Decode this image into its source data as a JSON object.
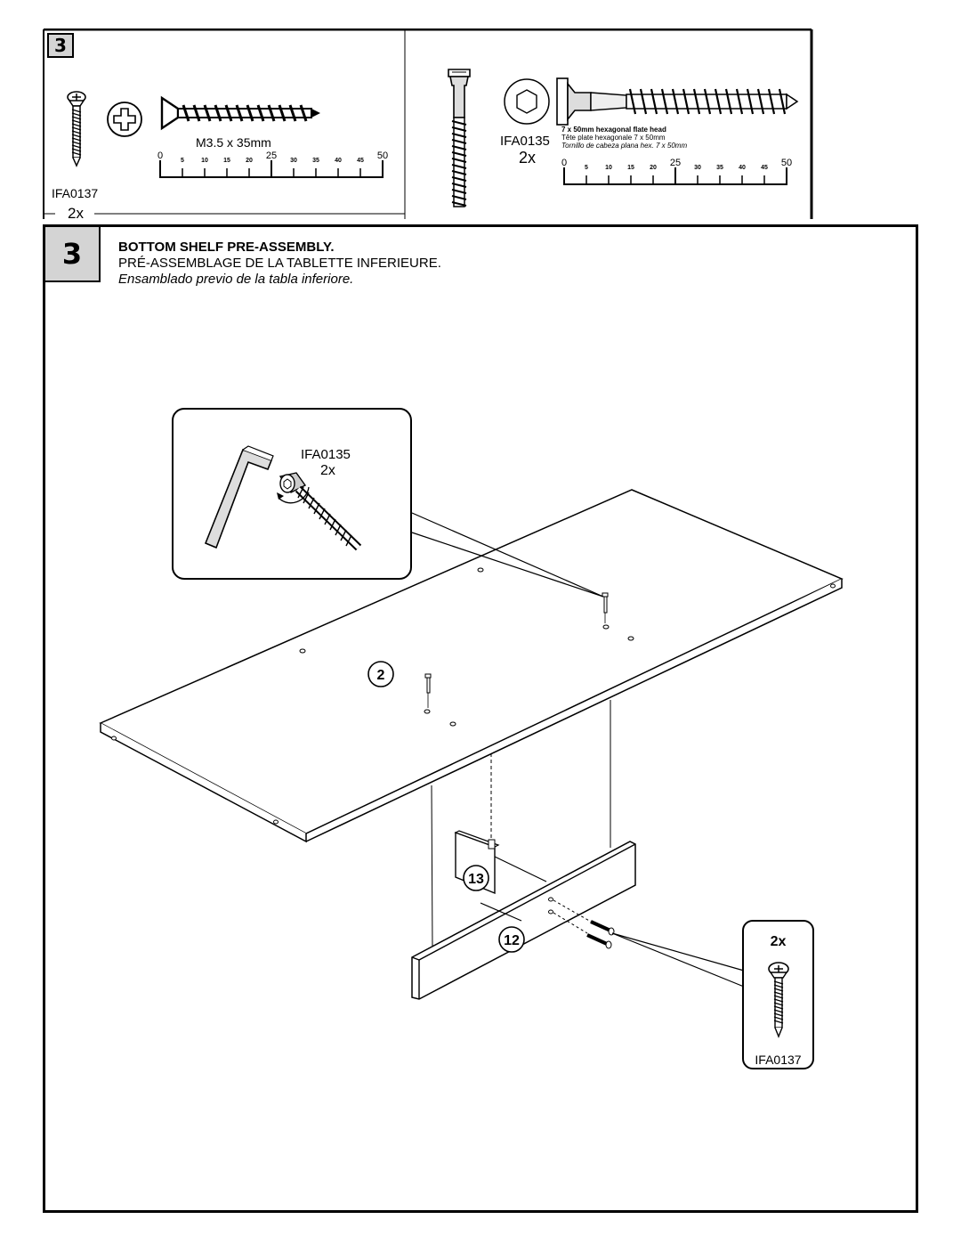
{
  "hardware_panel": {
    "step_number": "3",
    "left": {
      "screw_size": "M3.5 x 35mm",
      "part_code": "IFA0137",
      "quantity": "2x",
      "ruler": {
        "major": [
          "0",
          "25",
          "50"
        ],
        "minor": [
          "5",
          "10",
          "15",
          "20",
          "30",
          "35",
          "40",
          "45"
        ]
      }
    },
    "right": {
      "part_code": "IFA0135",
      "quantity": "2x",
      "desc_en": "7 x 50mm hexagonal flate head",
      "desc_fr": "Tête plate hexagonale 7 x 50mm",
      "desc_es": "Tornillo de cabeza plana hex. 7 x 50mm",
      "ruler": {
        "major": [
          "0",
          "25",
          "50"
        ],
        "minor": [
          "5",
          "10",
          "15",
          "20",
          "30",
          "35",
          "40",
          "45"
        ]
      }
    }
  },
  "step": {
    "number": "3",
    "title_en": "BOTTOM SHELF PRE-ASSEMBLY.",
    "title_fr": "PRÉ-ASSEMBLAGE DE LA TABLETTE INFERIEURE.",
    "title_es": "Ensamblado  previo de la tabla inferiore."
  },
  "callout_top": {
    "part_code": "IFA0135",
    "quantity": "2x"
  },
  "callout_bottom": {
    "part_code": "IFA0137",
    "quantity": "2x"
  },
  "parts": {
    "shelf": "2",
    "back_rail": "13",
    "front_rail": "12"
  },
  "icons": {
    "phillips": "phillips-drive-icon",
    "hex": "hex-socket-icon",
    "allen_key": "allen-key-icon"
  }
}
